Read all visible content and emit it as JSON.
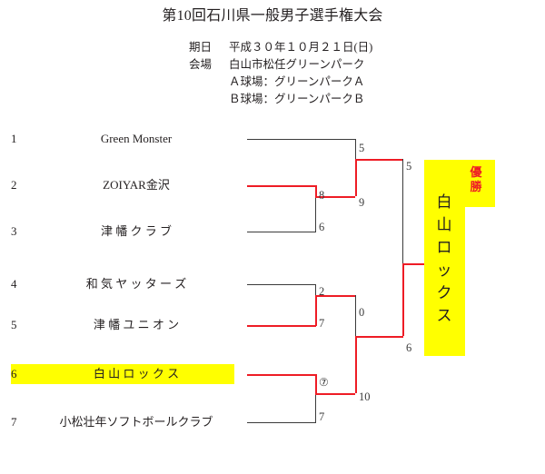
{
  "header": {
    "title": "第10回石川県一般男子選手権大会",
    "date_label": "期日",
    "date_value": "平成３０年１０月２１日(日)",
    "venue_label": "会場",
    "venue_value": "白山市松任グリーンパーク",
    "field_a": "Ａ球場：グリーンパークＡ",
    "field_b": "Ｂ球場：グリーンパークＢ"
  },
  "bracket": {
    "entries": [
      {
        "seed": "1",
        "name": "Green Monster",
        "highlighted": false
      },
      {
        "seed": "2",
        "name": "ZOIYAR金沢",
        "highlighted": false
      },
      {
        "seed": "3",
        "name": "津 幡 ク ラ ブ",
        "highlighted": false
      },
      {
        "seed": "4",
        "name": "和 気 ヤ ッ タ ー ズ",
        "highlighted": false
      },
      {
        "seed": "5",
        "name": "津 幡 ユ ニ オ ン",
        "highlighted": false
      },
      {
        "seed": "6",
        "name": "白 山 ロ ッ ク ス",
        "highlighted": true
      },
      {
        "seed": "7",
        "name": "小松壮年ソフトボールクラブ",
        "highlighted": false
      }
    ],
    "scores": {
      "r1_upper_top": "8",
      "r1_upper_bottom": "6",
      "r1_lower_top": "2",
      "r1_lower_bottom": "7",
      "r1_lower2_top": "⑦",
      "r1_lower2_bottom": "7",
      "r2_upper_top": "5",
      "r2_upper_bottom": "9",
      "r2_lower_top": "0",
      "r2_lower_bottom": "10",
      "final_top": "5",
      "final_bottom": "6"
    }
  },
  "champion": {
    "label": "優勝",
    "name": "白山ロックス"
  },
  "colors": {
    "winner_line": "#ee1c25",
    "line": "#3b3b3b",
    "highlight": "#ffff00",
    "champion_label": "#ee1c25"
  }
}
